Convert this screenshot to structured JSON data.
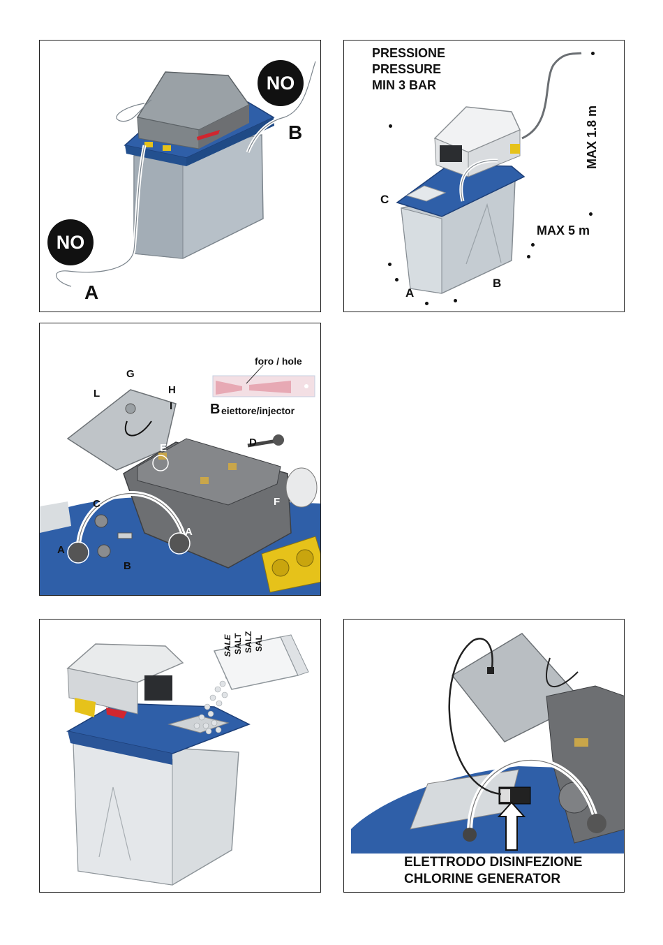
{
  "panel1": {
    "no_top": "NO",
    "no_left": "NO",
    "label_a": "A",
    "label_b": "B"
  },
  "panel2": {
    "pressure_line1": "PRESSIONE",
    "pressure_line2": "PRESSURE",
    "pressure_line3": "MIN 3 BAR",
    "max_height": "MAX 1.8 m",
    "max_length": "MAX 5 m",
    "label_a": "A",
    "label_b": "B",
    "label_c": "C"
  },
  "panel3": {
    "hole_label": "foro / hole",
    "injector_letter": "B",
    "injector_label": "eiettore/injector",
    "labels": {
      "G": "G",
      "H": "H",
      "I": "I",
      "L": "L",
      "D": "D",
      "E": "E",
      "F": "F",
      "C": "C",
      "A1": "A",
      "A2": "A",
      "B": "B"
    }
  },
  "panel4": {
    "salt_words": [
      "SALE",
      "SALT",
      "SALZ",
      "SAL"
    ]
  },
  "panel5": {
    "caption_line1": "ELETTRODO DISINFEZIONE",
    "caption_line2": "CHLORINE GENERATOR"
  },
  "colors": {
    "lid_blue": "#2f5fa8",
    "tank_gray": "#b7c0c8",
    "valve_gray": "#6d6f72",
    "fitting_yellow": "#e6c21a",
    "handle_red": "#d1262f"
  }
}
